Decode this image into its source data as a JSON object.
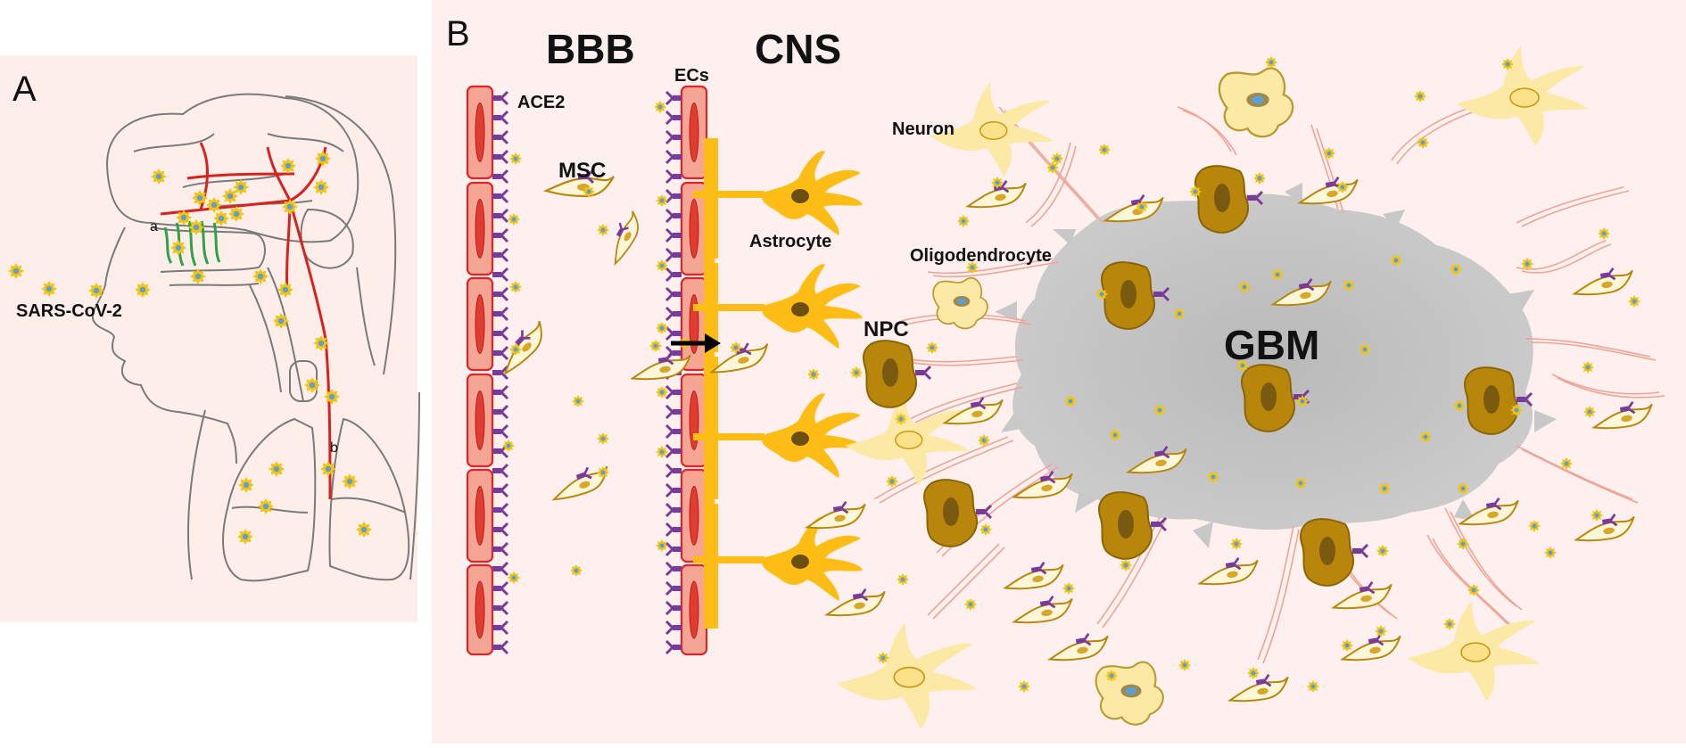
{
  "panel_a": {
    "letter": "A",
    "virus_label": "SARS-CoV-2",
    "route_a": "a",
    "route_b": "b"
  },
  "panel_b": {
    "letter": "B",
    "bbb_label": "BBB",
    "cns_label": "CNS",
    "ace2_label": "ACE2",
    "ecs_label": "ECs",
    "msc_label": "MSC",
    "astrocyte_label": "Astrocyte",
    "neuron_label": "Neuron",
    "oligodendrocyte_label": "Oligodendrocyte",
    "npc_label": "NPC",
    "gbm_label": "GBM"
  },
  "colors": {
    "panel_a_bg": "#fdeeea",
    "panel_b_bg": "#fdf0ee",
    "endothelial_fill": "#f4a594",
    "endothelial_stroke": "#e0242a",
    "nucleus": "#e23b2f",
    "ace2_receptor": "#7a3a9a",
    "astrocyte": "#fdbd14",
    "neuron": "#fde9a6",
    "tumor_mass": "#c4c4c4",
    "gbm_cell": "#b8860b",
    "gbm_nucleus": "#7a5a10",
    "virus_fill": "#f2c40f",
    "virus_center": "#5b9fd6",
    "nerve_route": "#d6231f",
    "olfactory": "#2aa34a",
    "outline": "#7a7a7a"
  }
}
